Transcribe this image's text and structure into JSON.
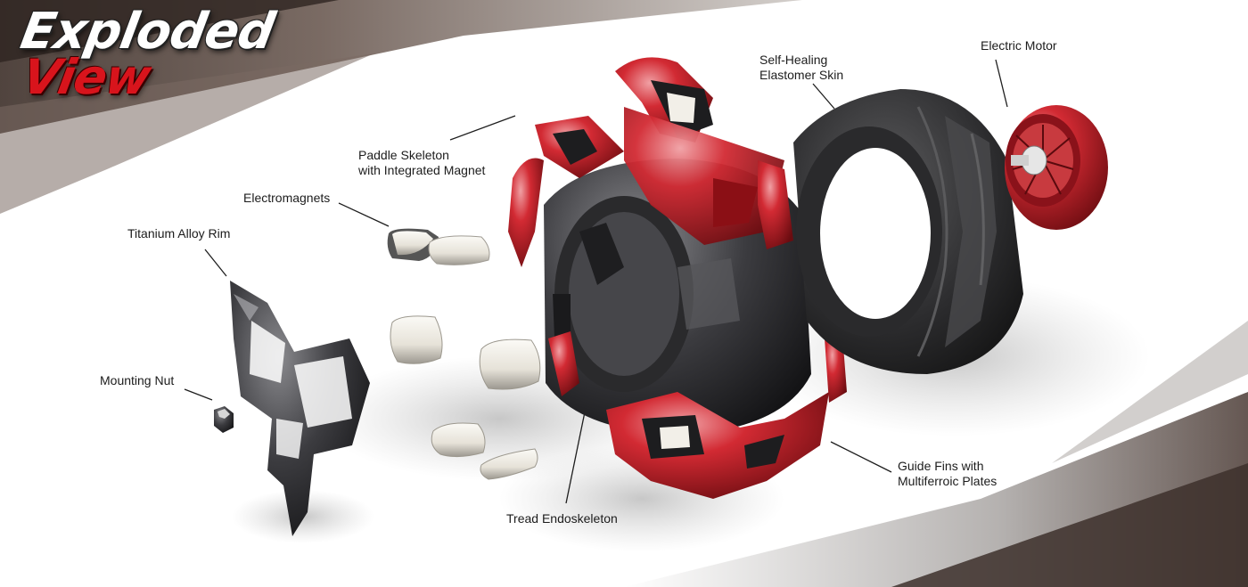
{
  "title": {
    "line1": "Exploded",
    "line2": "View"
  },
  "labels": {
    "mounting_nut": "Mounting Nut",
    "titanium_rim": "Titanium Alloy Rim",
    "electromagnets": "Electromagnets",
    "paddle_skeleton_line1": "Paddle Skeleton",
    "paddle_skeleton_line2": "with Integrated Magnet",
    "skin_line1": "Self-Healing",
    "skin_line2": "Elastomer Skin",
    "electric_motor": "Electric Motor",
    "guide_fins_line1": "Guide Fins with",
    "guide_fins_line2": "Multiferroic Plates",
    "tread_endoskeleton": "Tread Endoskeleton"
  },
  "colors": {
    "accent_red": "#d8141c",
    "part_dark": "#3a3a3c",
    "part_red": "#c61b24",
    "magnet_white": "#eeeae2",
    "text": "#1c1c1c"
  }
}
